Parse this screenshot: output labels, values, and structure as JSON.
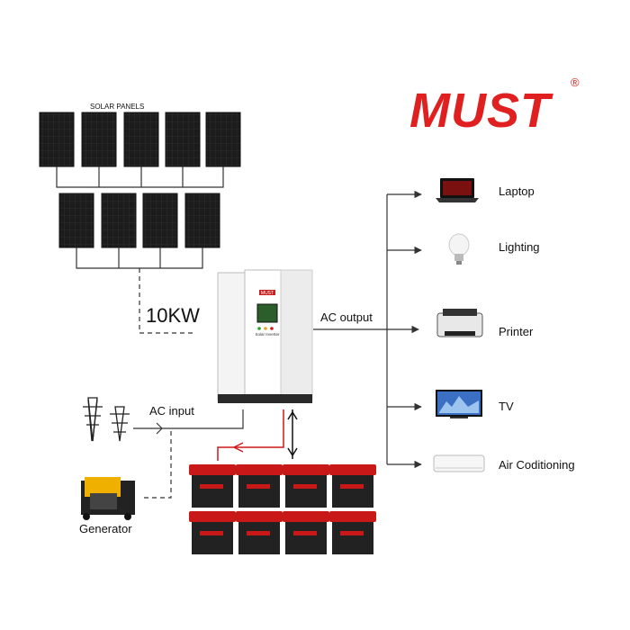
{
  "brand": {
    "logo_text": "MUST",
    "registered_mark": "®",
    "color": "#e02020"
  },
  "labels": {
    "solar_panels": "SOLAR PANELS",
    "power": "10KW",
    "ac_output": "AC output",
    "ac_input": "AC input",
    "generator": "Generator"
  },
  "inverter": {
    "brand": "MUST",
    "caption": "Solar Inverter"
  },
  "loads": [
    {
      "label": "Laptop",
      "icon": "laptop-icon"
    },
    {
      "label": "Lighting",
      "icon": "bulb-icon"
    },
    {
      "label": "Printer",
      "icon": "printer-icon"
    },
    {
      "label": "TV",
      "icon": "tv-icon"
    },
    {
      "label": "Air Coditioning",
      "icon": "air-conditioner-icon"
    }
  ],
  "colors": {
    "line": "#333333",
    "battery_link": "#d01818",
    "panel": "#1a1a1a",
    "battery_top": "#c81818",
    "battery_body": "#222222"
  }
}
